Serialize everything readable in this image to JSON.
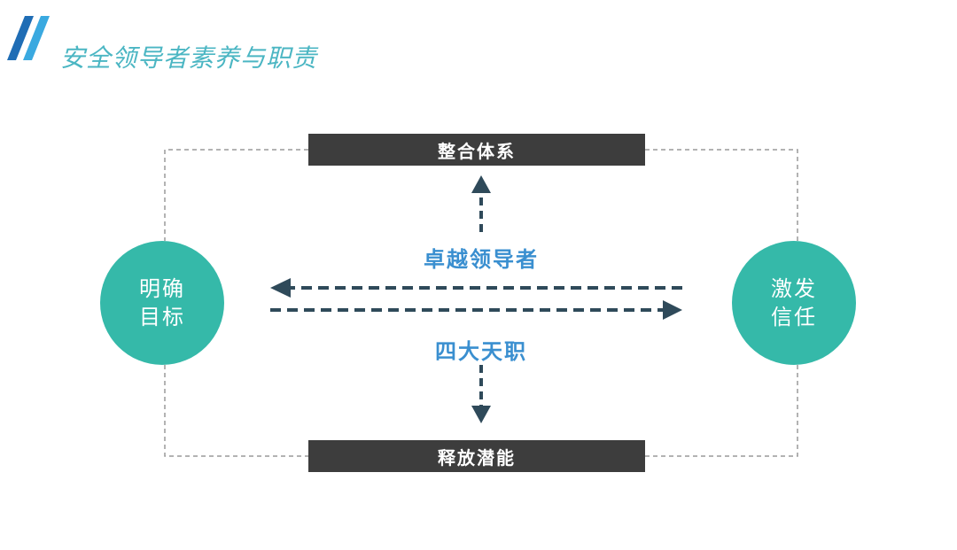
{
  "header": {
    "title": "安全领导者素养与职责"
  },
  "diagram": {
    "top_box": "整合体系",
    "bottom_box": "释放潜能",
    "left_circle": {
      "line1": "明确",
      "line2": "目标"
    },
    "right_circle": {
      "line1": "激发",
      "line2": "信任"
    },
    "center_top_label": "卓越领导者",
    "center_bottom_label": "四大天职"
  },
  "colors": {
    "title": "#4bb6c3",
    "slash_dark": "#1f6db5",
    "slash_light": "#3aa9e0",
    "bar": "#3d3d3d",
    "circle": "#35b9a9",
    "arrow": "#2f4a5a",
    "center_text": "#3a8fd0",
    "dashed_border": "#9a9a9a"
  }
}
